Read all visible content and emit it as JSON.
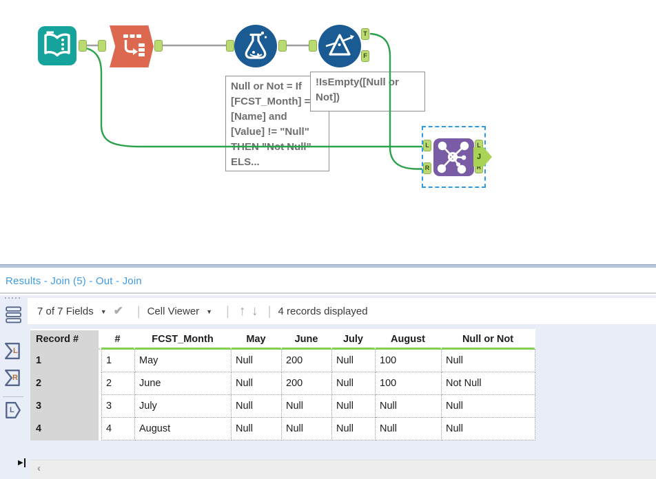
{
  "canvas": {
    "tools": [
      {
        "icon": "input-data-icon"
      },
      {
        "icon": "transpose-icon"
      },
      {
        "icon": "formula-icon"
      },
      {
        "icon": "filter-icon"
      },
      {
        "icon": "join-icon"
      }
    ],
    "anchor_labels": {
      "filter_true": "T",
      "filter_false": "F",
      "join_in_left": "L",
      "join_in_right": "R",
      "join_out_left": "L",
      "join_out_join": "J",
      "join_out_right": "R"
    },
    "annotations": {
      "formula": "Null or Not = If\n[FCST_Month] =\n[Name] and\n[Value] != \"Null\"\nTHEN \"Not Null\"\nELS...",
      "filter": "!IsEmpty([Null or\nNot])"
    }
  },
  "results": {
    "title": "Results - Join (5) - Out - Join",
    "toolbar": {
      "fields_label": "7 of 7 Fields",
      "cell_viewer_label": "Cell Viewer",
      "records_label": "4 records displayed"
    },
    "sidebar": {
      "input_anchors": [
        "L",
        "R"
      ],
      "output_anchors": [
        "L"
      ]
    },
    "table": {
      "columns": [
        "Record #",
        "#",
        "FCST_Month",
        "May",
        "June",
        "July",
        "August",
        "Null or Not"
      ],
      "rows": [
        [
          "1",
          "1",
          "May",
          "Null",
          "200",
          "Null",
          "100",
          "Null"
        ],
        [
          "2",
          "2",
          "June",
          "Null",
          "200",
          "Null",
          "100",
          "Not Null"
        ],
        [
          "3",
          "3",
          "July",
          "Null",
          "Null",
          "Null",
          "Null",
          "Null"
        ],
        [
          "4",
          "4",
          "August",
          "Null",
          "Null",
          "Null",
          "Null",
          "Null"
        ]
      ]
    }
  },
  "colors": {
    "accent_green": "#7fd24f",
    "wire_green": "#2aa14b",
    "anchor_green": "#bada72",
    "input_teal": "#16a39c",
    "transpose_orange": "#dc6850",
    "tool_blue": "#1a5b93",
    "join_purple": "#7a5ba6",
    "title_blue": "#3f9be0",
    "selection_blue": "#2e9ae5"
  }
}
